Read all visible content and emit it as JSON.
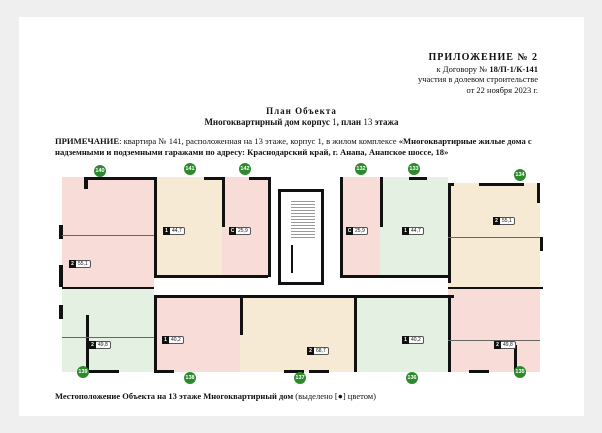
{
  "appendix": {
    "title": "ПРИЛОЖЕНИЕ № 2",
    "contract_prefix": "к Договору № ",
    "contract_number": "18/П-1/К-141",
    "line3": "участия в долевом строительстве",
    "date": "от  22 ноября 2023 г."
  },
  "heading": {
    "title": "План Объекта",
    "subtitle_bold": "Многоквартирный дом корпус ",
    "subtitle_num": "1",
    "subtitle_rest": ", план ",
    "floor": "13",
    "subtitle_end": " этажа"
  },
  "note": {
    "label": "ПРИМЕЧАНИЕ",
    "text": ": квартира № 141, расположенная на 13 этаже, корпус 1, в жилом комплексе ",
    "complex": "«Многоквартирные жилые дома с надземными и подземными гаражами по адресу: Краснодарский край, г. Анапа, Анапское шоссе, 18»"
  },
  "plan": {
    "badges_top": [
      "140",
      "141",
      "142",
      "132",
      "133",
      "134"
    ],
    "badges_bottom": [
      "139",
      "138",
      "137",
      "136",
      "135"
    ],
    "apartments": [
      {
        "rooms": "2",
        "area": "55,1"
      },
      {
        "rooms": "1",
        "area": "44,7"
      },
      {
        "rooms": "С",
        "area": "25,9"
      },
      {
        "rooms": "С",
        "area": "25,9"
      },
      {
        "rooms": "1",
        "area": "44,7"
      },
      {
        "rooms": "2",
        "area": "55,1"
      },
      {
        "rooms": "2",
        "area": "49,8"
      },
      {
        "rooms": "1",
        "area": "40,2"
      },
      {
        "rooms": "2",
        "area": "68,7"
      },
      {
        "rooms": "1",
        "area": "40,2"
      },
      {
        "rooms": "2",
        "area": "49,8"
      }
    ]
  },
  "footer": {
    "bold": "Местоположение Объекта на 13 этаже Многоквартирный дом",
    "rest": " (выделено [●] цветом)"
  }
}
